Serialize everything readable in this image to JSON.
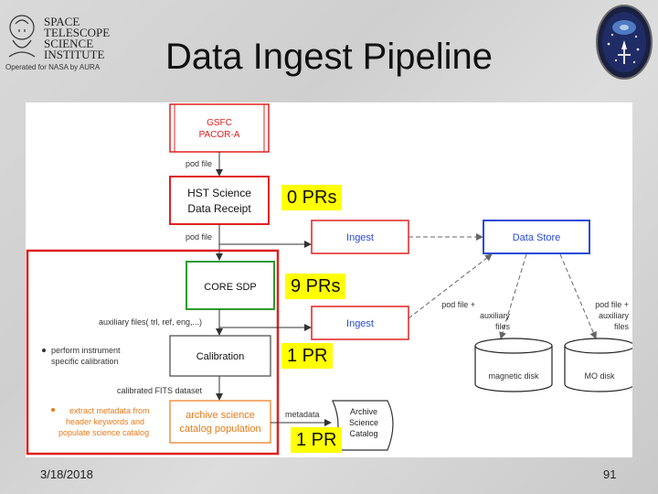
{
  "slide": {
    "title": "Data Ingest Pipeline",
    "date": "3/18/2018",
    "page_number": "91"
  },
  "logo": {
    "line1": "SPACE",
    "line2": "TELESCOPE",
    "line3": "SCIENCE",
    "line4": "INSTITUTE",
    "tagline": "Operated for NASA by AURA"
  },
  "diagram": {
    "boxes": {
      "gsfc": [
        "GSFC",
        "PACOR-A"
      ],
      "receipt": [
        "HST Science",
        "Data Receipt"
      ],
      "core": "CORE SDP",
      "calibration": "Calibration",
      "archive_population": [
        "archive science",
        "catalog population"
      ],
      "ingest_top": "Ingest",
      "ingest_bottom": "Ingest",
      "data_store": "Data Store",
      "archive_catalog": [
        "Archive",
        "Science",
        "Catalog"
      ]
    },
    "edge_labels": {
      "pod_file_1": "pod file",
      "pod_file_2": "pod file",
      "auxiliary": "auxiliary files( trl, ref, eng,...)",
      "calibrated": "calibrated FITS dataset",
      "metadata": "metadata",
      "pod_aux_left": [
        "pod file +",
        "auxiliary",
        "files"
      ],
      "pod_aux_right": [
        "pod file +",
        "auxiliary",
        "files"
      ]
    },
    "disks": {
      "magnetic": "magnetic disk",
      "mo": "MO disk"
    },
    "bullets": {
      "calibration_note": [
        "perform instrument",
        "specific calibration"
      ],
      "metadata_note": [
        "extract metadata from",
        "header keywords and",
        "populate science catalog"
      ]
    },
    "pr_labels": {
      "receipt": "0 PRs",
      "core": "9 PRs",
      "calibration": "1 PR",
      "archive": "1 PR"
    },
    "colors": {
      "red": "#e02020",
      "green": "#2e9a2e",
      "blue": "#2a4ad8",
      "gray": "#444444",
      "orange_text": "#e87a1a",
      "highlight": "#ffff00"
    }
  }
}
